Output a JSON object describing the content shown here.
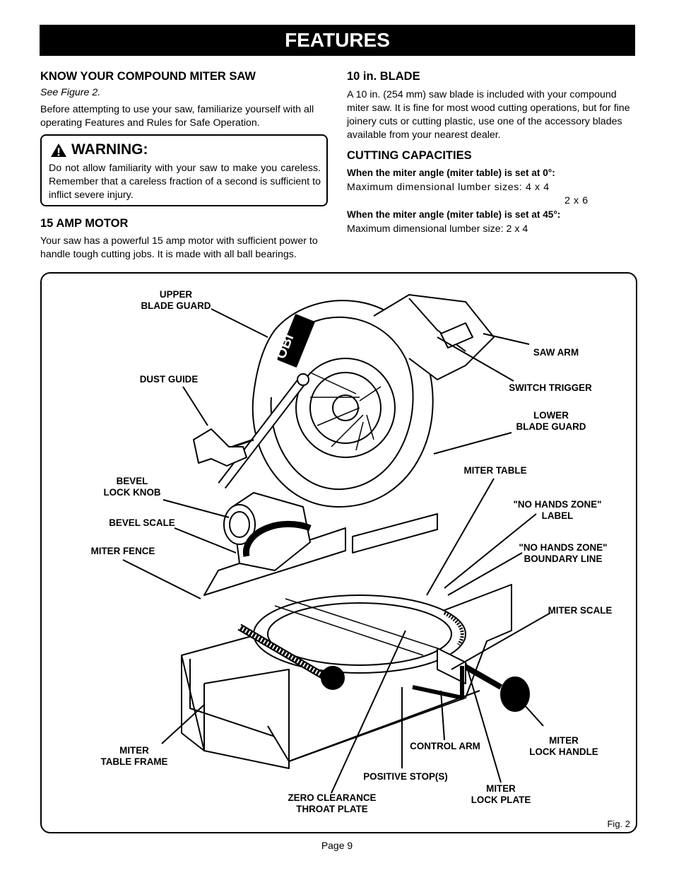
{
  "page_title": "FEATURES",
  "left": {
    "know_heading": "KNOW YOUR COMPOUND MITER SAW",
    "see_figure": "See Figure 2.",
    "know_text": "Before attempting to use your saw, familiarize yourself with all operating Features and Rules for Safe Operation.",
    "warning_title": "WARNING:",
    "warning_text": "Do not allow familiarity with your saw to make you careless. Remember that a careless fraction of a second is sufficient to inflict severe injury.",
    "motor_heading": "15 AMP MOTOR",
    "motor_text": "Your saw has a powerful 15 amp motor with sufficient power to handle tough cutting jobs. It is made with all ball bearings."
  },
  "right": {
    "blade_heading": "10 in. BLADE",
    "blade_text": "A 10 in. (254 mm) saw blade is included with your compound miter saw. It is fine for most wood cutting operations, but for fine joinery cuts or cutting plastic, use one of the accessory blades available from your nearest dealer.",
    "capacities_heading": "CUTTING CAPACITIES",
    "cap0_heading": "When the miter angle (miter table) is set at 0°:",
    "cap0_line1": "Maximum dimensional lumber sizes: 4 x 4",
    "cap0_line2": "2 x 6",
    "cap45_heading": "When the miter angle (miter table) is set at 45°:",
    "cap45_line": "Maximum dimensional lumber size: 2 x 4"
  },
  "figure": {
    "brand": "RYOBI",
    "labels": {
      "upper_blade_guard": "UPPER\nBLADE GUARD",
      "dust_guide": "DUST GUIDE",
      "bevel_lock_knob": "BEVEL\nLOCK KNOB",
      "bevel_scale": "BEVEL SCALE",
      "miter_fence": "MITER FENCE",
      "miter_table_frame": "MITER\nTABLE FRAME",
      "zero_clearance": "ZERO CLEARANCE\nTHROAT PLATE",
      "positive_stops": "POSITIVE STOP(S)",
      "control_arm": "CONTROL ARM",
      "miter_lock_plate": "MITER\nLOCK PLATE",
      "miter_lock_handle": "MITER\nLOCK HANDLE",
      "miter_scale": "MITER SCALE",
      "no_hands_boundary": "\"NO HANDS ZONE\"\nBOUNDARY LINE",
      "no_hands_label": "\"NO HANDS ZONE\"\nLABEL",
      "miter_table": "MITER TABLE",
      "lower_blade_guard": "LOWER\nBLADE GUARD",
      "switch_trigger": "SWITCH TRIGGER",
      "saw_arm": "SAW ARM"
    },
    "caption": "Fig. 2"
  },
  "footer": {
    "page": "Page 9"
  }
}
